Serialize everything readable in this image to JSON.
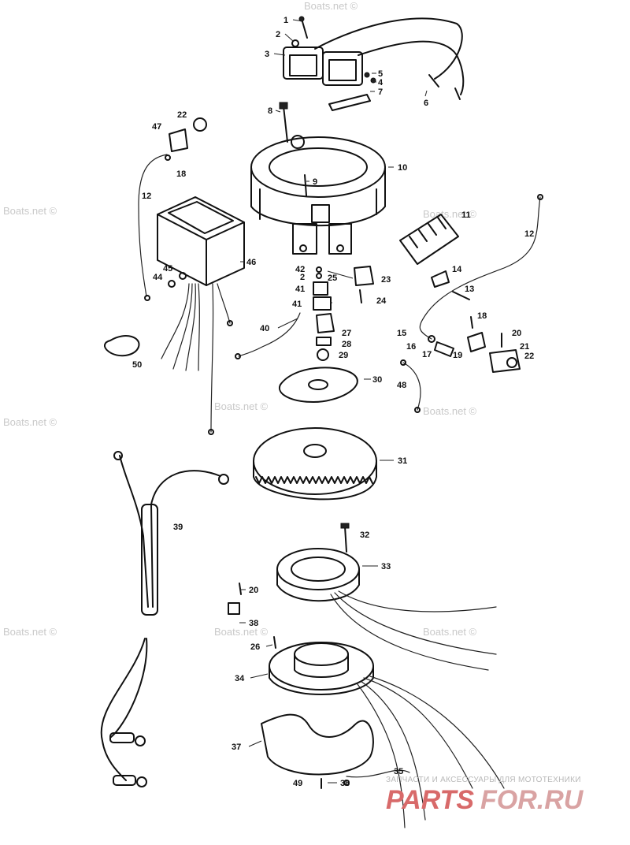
{
  "watermark": "Boats.net ©",
  "brand": {
    "tagline": "ЗАПЧАСТИ И АКСЕССУАРЫ ДЛЯ МОТОТЕХНИКИ",
    "name_a": "PARTS",
    "name_b": "FOR.RU"
  },
  "callouts": [
    {
      "label": "1"
    },
    {
      "label": "2"
    },
    {
      "label": "3"
    },
    {
      "label": "5"
    },
    {
      "label": "4"
    },
    {
      "label": "7"
    },
    {
      "label": "6"
    },
    {
      "label": "8"
    },
    {
      "label": "22"
    },
    {
      "label": "47"
    },
    {
      "label": "18"
    },
    {
      "label": "10"
    },
    {
      "label": "9"
    },
    {
      "label": "12"
    },
    {
      "label": "11"
    },
    {
      "label": "12"
    },
    {
      "label": "46"
    },
    {
      "label": "45"
    },
    {
      "label": "44"
    },
    {
      "label": "42"
    },
    {
      "label": "2"
    },
    {
      "label": "25"
    },
    {
      "label": "23"
    },
    {
      "label": "41"
    },
    {
      "label": "24"
    },
    {
      "label": "41"
    },
    {
      "label": "14"
    },
    {
      "label": "13"
    },
    {
      "label": "18"
    },
    {
      "label": "40"
    },
    {
      "label": "27"
    },
    {
      "label": "28"
    },
    {
      "label": "29"
    },
    {
      "label": "15"
    },
    {
      "label": "16"
    },
    {
      "label": "17"
    },
    {
      "label": "19"
    },
    {
      "label": "20"
    },
    {
      "label": "21"
    },
    {
      "label": "22"
    },
    {
      "label": "50"
    },
    {
      "label": "30"
    },
    {
      "label": "48"
    },
    {
      "label": "31"
    },
    {
      "label": "39"
    },
    {
      "label": "32"
    },
    {
      "label": "33"
    },
    {
      "label": "20"
    },
    {
      "label": "38"
    },
    {
      "label": "26"
    },
    {
      "label": "34"
    },
    {
      "label": "37"
    },
    {
      "label": "35"
    },
    {
      "label": "49"
    },
    {
      "label": "36"
    }
  ]
}
